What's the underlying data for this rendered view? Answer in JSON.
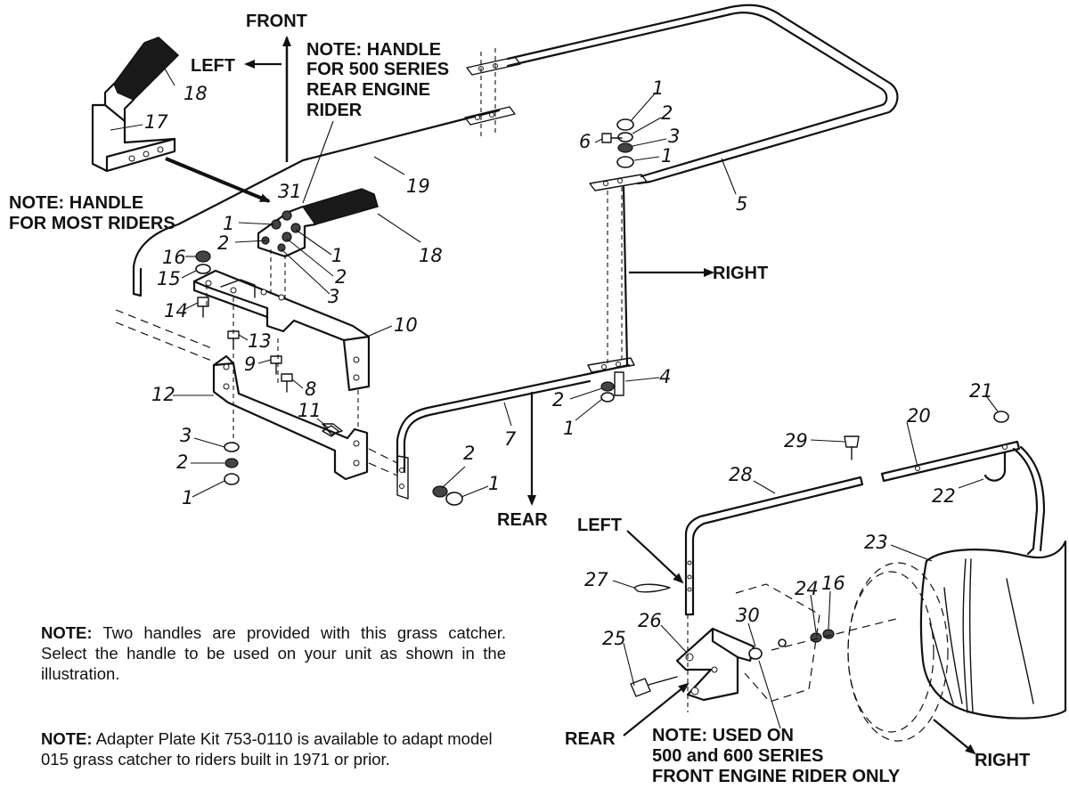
{
  "directions": {
    "front": "FRONT",
    "left_top": "LEFT",
    "right_mid": "RIGHT",
    "rear_mid": "REAR",
    "left_lower": "LEFT",
    "rear_lower": "REAR",
    "right_lower": "RIGHT"
  },
  "callouts": {
    "handle_500_line1": "NOTE: HANDLE",
    "handle_500_line2": "FOR 500 SERIES",
    "handle_500_line3": "REAR ENGINE",
    "handle_500_line4": "RIDER",
    "handle_most_line1": "NOTE: HANDLE",
    "handle_most_line2": "FOR MOST RIDERS",
    "front_engine_line1": "NOTE: USED ON",
    "front_engine_line2": "500 and 600 SERIES",
    "front_engine_line3": "FRONT ENGINE RIDER ONLY"
  },
  "part_numbers": {
    "p18a": "18",
    "p17": "17",
    "p19": "19",
    "p31": "31",
    "p18b": "18",
    "p1a": "1",
    "p2a": "2",
    "p1b": "1",
    "p2b": "2",
    "p3a": "3",
    "p16a": "16",
    "p15": "15",
    "p14": "14",
    "p13": "13",
    "p10": "10",
    "p9": "9",
    "p8": "8",
    "p12": "12",
    "p11": "11",
    "p3b": "3",
    "p2c": "2",
    "p1c": "1",
    "p2d": "2",
    "p1d": "1",
    "p7": "7",
    "p1e": "1",
    "p2e": "2",
    "p3c": "3",
    "p1f": "1",
    "p6": "6",
    "p5": "5",
    "p4": "4",
    "p2f": "2",
    "p1g": "1",
    "p21": "21",
    "p20": "20",
    "p29": "29",
    "p22": "22",
    "p28": "28",
    "p23": "23",
    "p27": "27",
    "p24": "24",
    "p16b": "16",
    "p30": "30",
    "p26": "26",
    "p25": "25"
  },
  "notes": {
    "handles_label": "NOTE:",
    "handles_text": "Two handles are provided with this grass catcher. Select the handle to be used on your unit as shown in the illustration.",
    "adapter_label": "NOTE:",
    "adapter_text": "Adapter Plate Kit 753-0110 is available to adapt model 015 grass catcher to riders built in 1971 or prior."
  }
}
